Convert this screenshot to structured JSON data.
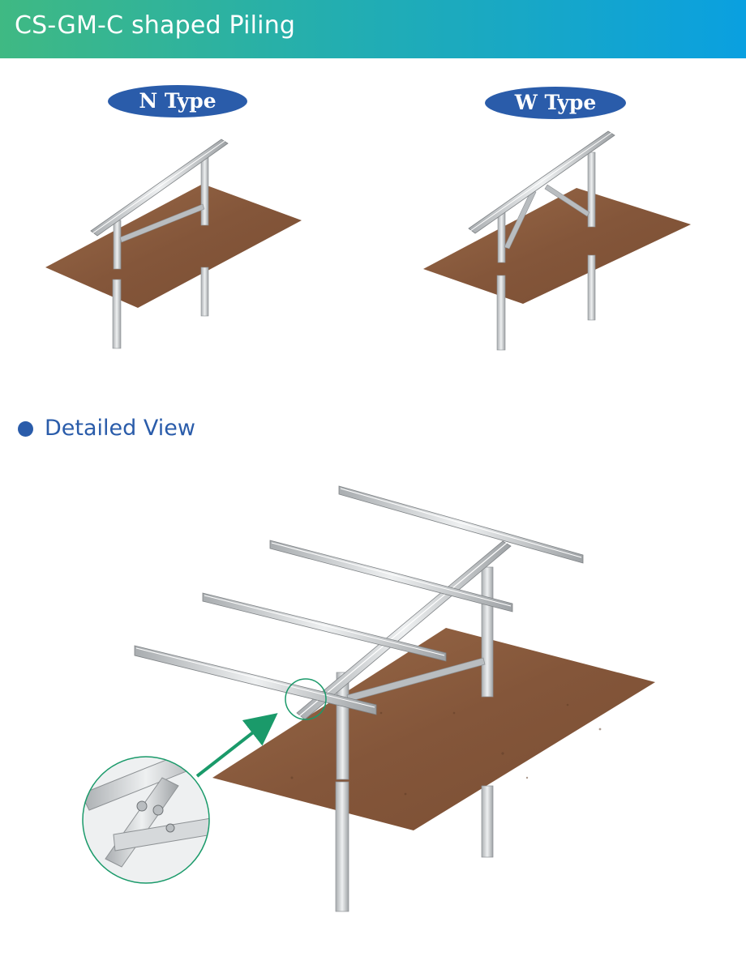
{
  "header": {
    "title": "CS-GM-C shaped Piling"
  },
  "types": [
    {
      "label": "N Type"
    },
    {
      "label": "W Type"
    }
  ],
  "section": {
    "title": "Detailed View"
  },
  "colors": {
    "header_gradient": [
      "#3fb983",
      "#23aeb0",
      "#0aa0e0"
    ],
    "pill": "#2a5caa",
    "section_text": "#2a5caa",
    "ground": "#8a5a3a",
    "steel": "#cfd3d6",
    "arrow": "#1a9a6a"
  }
}
